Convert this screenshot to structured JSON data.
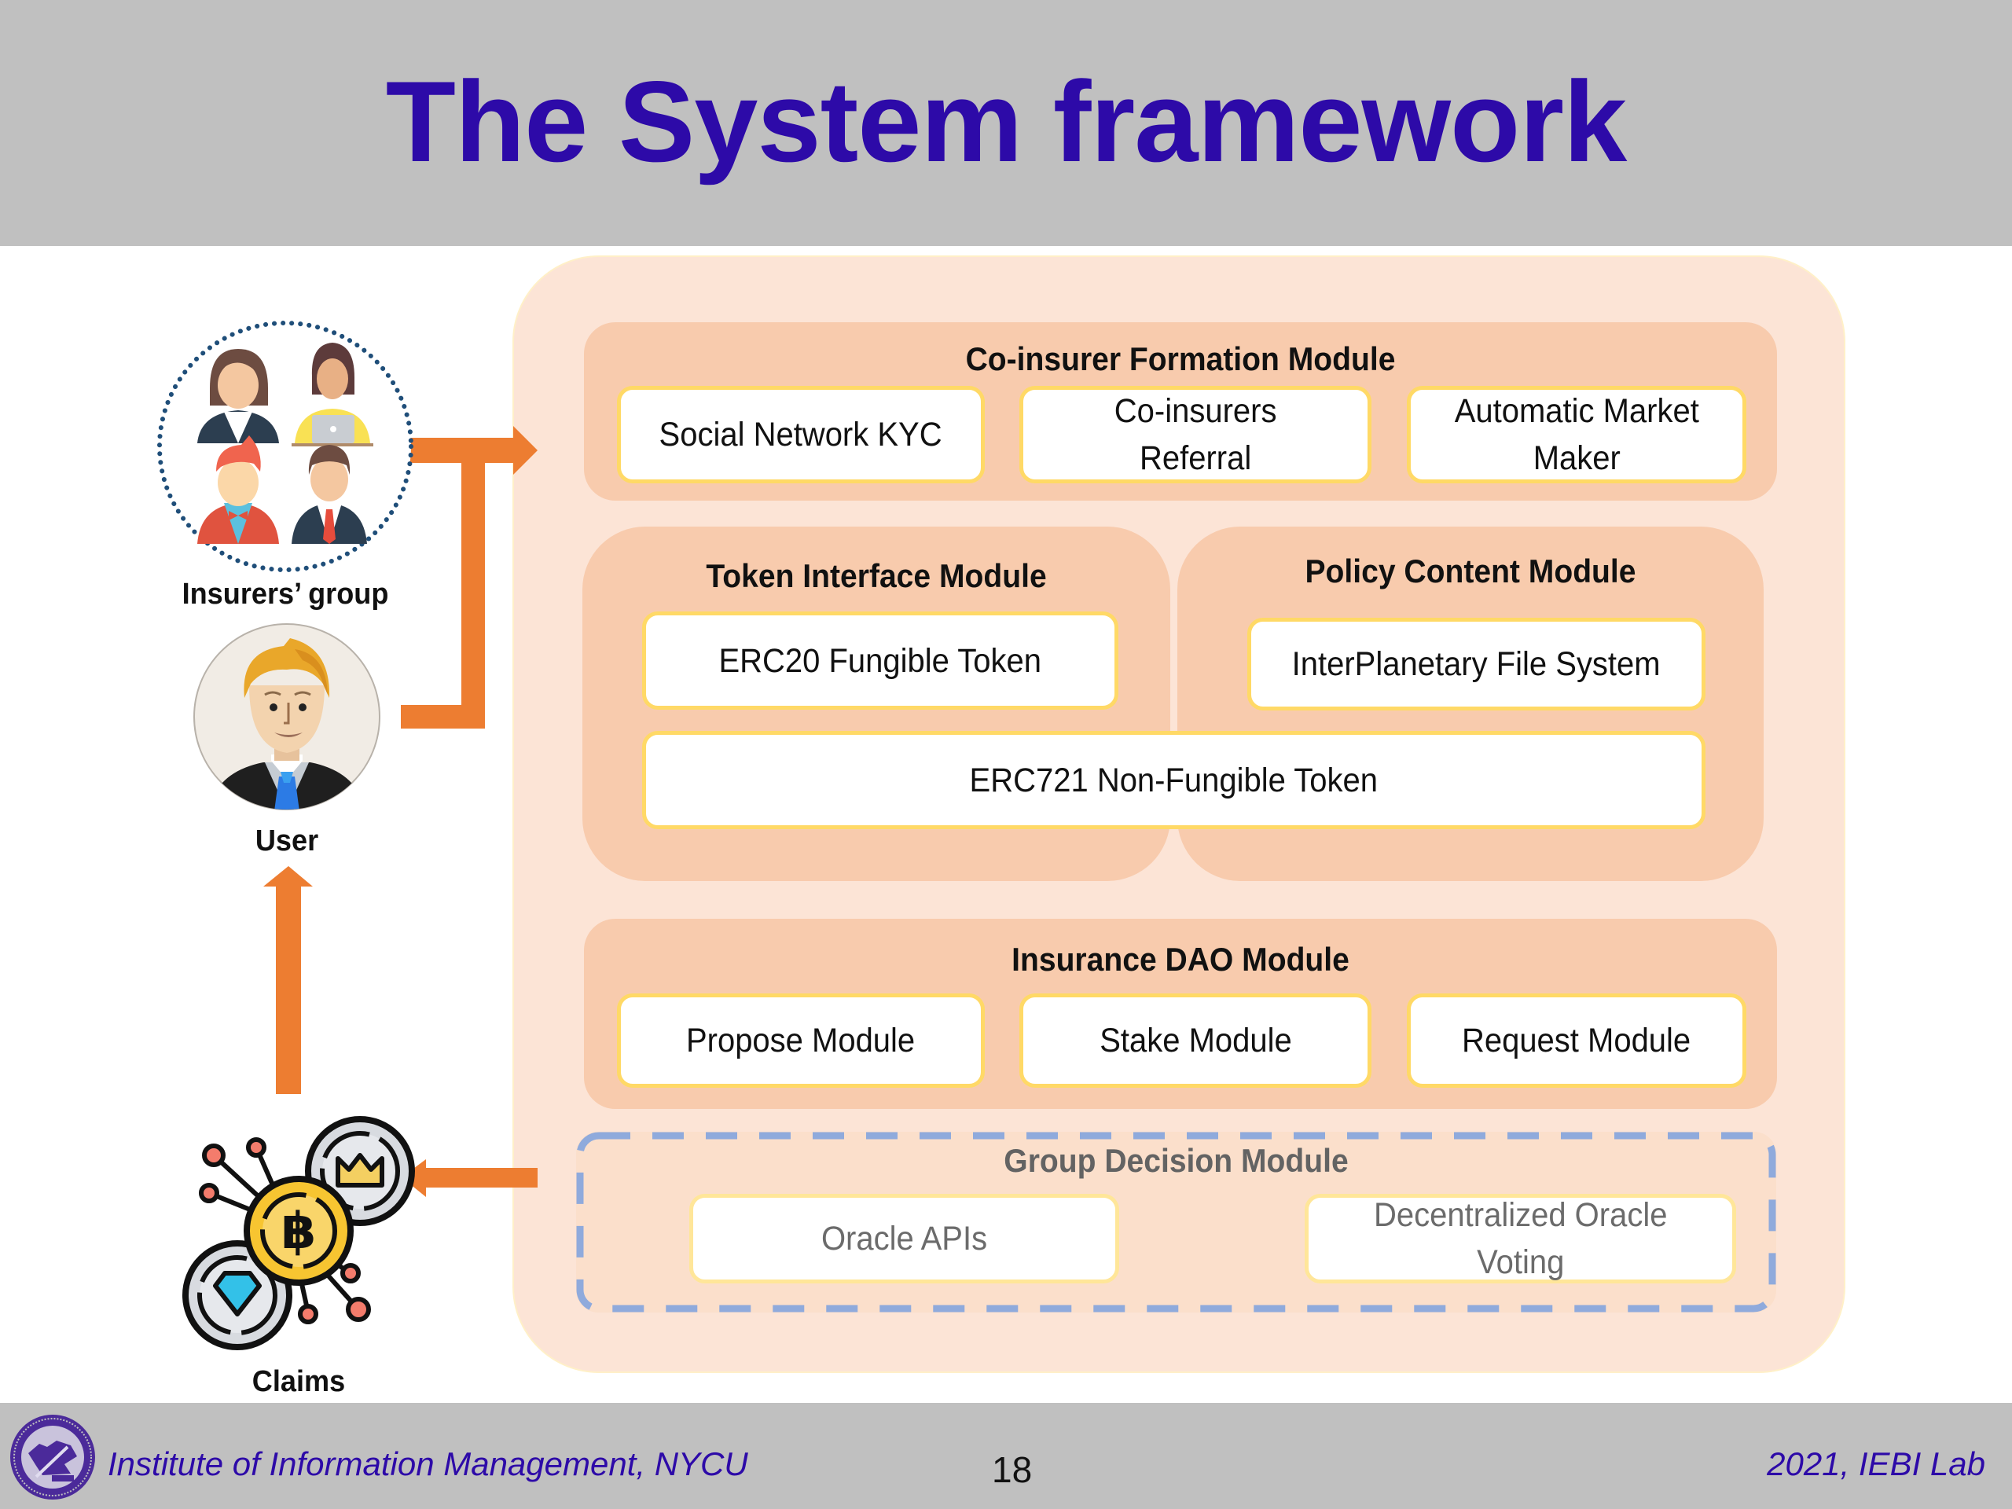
{
  "slide": {
    "title": "The System framework",
    "page_number": "18",
    "footer_left": "Institute of Information Management, NYCU",
    "footer_right": "2021, IEBI Lab"
  },
  "colors": {
    "title": "#2d0aa8",
    "header_bg": "#c0c0c0",
    "outer_bg": "#fce4d6",
    "module_bg": "#f8cbad",
    "box_border": "#ffd966",
    "arrow": "#ed7d31",
    "dashed_border": "#8faadc"
  },
  "actors": {
    "insurers_group": "Insurers’ group",
    "user": "User",
    "claims": "Claims"
  },
  "modules": {
    "co_insurer": {
      "title": "Co-insurer Formation Module",
      "items": [
        "Social Network KYC",
        "Co-insurers\nReferral",
        "Automatic Market\nMaker"
      ]
    },
    "token_interface": {
      "title": "Token Interface Module",
      "items": [
        "ERC20 Fungible Token"
      ]
    },
    "policy_content": {
      "title": "Policy Content Module",
      "items": [
        "InterPlanetary File System"
      ]
    },
    "shared": {
      "items": [
        "ERC721 Non-Fungible Token"
      ]
    },
    "insurance_dao": {
      "title": "Insurance DAO Module",
      "items": [
        "Propose Module",
        "Stake Module",
        "Request Module"
      ]
    },
    "group_decision": {
      "title": "Group Decision Module",
      "items": [
        "Oracle APIs",
        "Decentralized Oracle\nVoting"
      ]
    }
  },
  "icons": {
    "insurers": "people-group-icon",
    "user": "businessman-avatar-icon",
    "claims": "crypto-coins-icon",
    "logo": "university-seal-logo"
  }
}
